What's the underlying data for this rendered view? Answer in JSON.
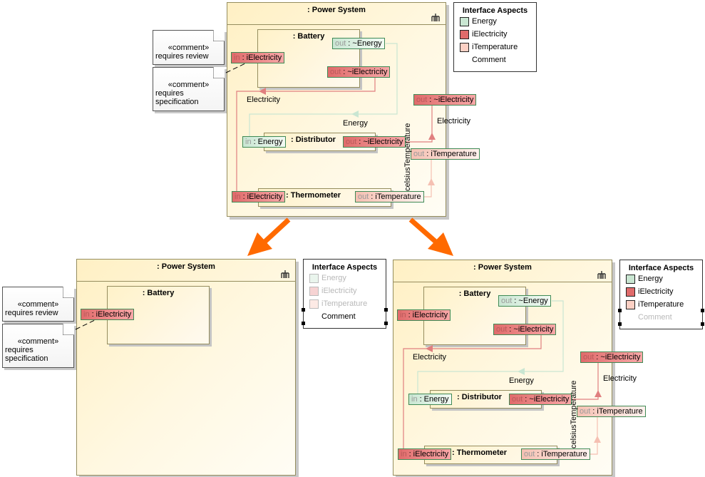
{
  "colors": {
    "energy": "#c9e6d2",
    "electricity": "#e06b6b",
    "temperature": "#f5c0b2",
    "transform_arrow": "#ff6a00"
  },
  "diagrams": [
    {
      "id": "original",
      "frame_title": ": Power System",
      "frame_icon": "composite-structure-icon",
      "parts": {
        "battery": ": Battery",
        "distributor": ": Distributor",
        "thermometer": ": Thermometer"
      },
      "ports": {
        "battery_in": {
          "dir": "in",
          "type": ": iElectricity"
        },
        "battery_out_energy": {
          "dir": "out",
          "type": ": ~Energy"
        },
        "battery_out_elec": {
          "dir": "out",
          "type": ": ~iElectricity"
        },
        "distributor_in": {
          "dir": "in",
          "type": ": Energy"
        },
        "distributor_out": {
          "dir": "out",
          "type": ": ~iElectricity"
        },
        "thermometer_in": {
          "dir": "in",
          "type": ": iElectricity"
        },
        "thermometer_out": {
          "dir": "out",
          "type": ": iTemperature"
        },
        "frame_out_elec": {
          "dir": "out",
          "type": ": ~iElectricity"
        },
        "frame_out_temp": {
          "dir": "out",
          "type": ": iTemperature"
        }
      },
      "flow_labels": {
        "electricity_1": "Electricity",
        "energy": "Energy",
        "electricity_2": "Electricity",
        "celsius": "celsiusTemperature"
      },
      "comments": [
        {
          "stereotype": "«comment»",
          "lines": [
            "requires review"
          ]
        },
        {
          "stereotype": "«comment»",
          "lines": [
            "requires",
            "specification"
          ]
        }
      ],
      "legend": {
        "title": "Interface Aspects",
        "items": [
          {
            "label": "Energy",
            "color": "#c9e6d2",
            "enabled": true
          },
          {
            "label": "iElectricity",
            "color": "#e06b6b",
            "enabled": true
          },
          {
            "label": "iTemperature",
            "color": "#f5c0b2",
            "enabled": true
          },
          {
            "label": "Comment",
            "color": null,
            "enabled": true
          }
        ]
      }
    },
    {
      "id": "comments-only",
      "frame_title": ": Power System",
      "frame_icon": "composite-structure-icon",
      "parts": {
        "battery": ": Battery"
      },
      "ports": {
        "battery_in": {
          "dir": "in",
          "type": ": iElectricity"
        }
      },
      "comments": [
        {
          "stereotype": "«comment»",
          "lines": [
            "requires review"
          ]
        },
        {
          "stereotype": "«comment»",
          "lines": [
            "requires",
            "specification"
          ]
        }
      ],
      "legend": {
        "title": "Interface Aspects",
        "items": [
          {
            "label": "Energy",
            "color": "#c9e6d2",
            "enabled": false
          },
          {
            "label": "iElectricity",
            "color": "#e06b6b",
            "enabled": false
          },
          {
            "label": "iTemperature",
            "color": "#f5c0b2",
            "enabled": false
          },
          {
            "label": "Comment",
            "color": null,
            "enabled": true
          }
        ]
      }
    },
    {
      "id": "interfaces-only",
      "frame_title": ": Power System",
      "frame_icon": "composite-structure-icon",
      "parts": {
        "battery": ": Battery",
        "distributor": ": Distributor",
        "thermometer": ": Thermometer"
      },
      "ports": {
        "battery_in": {
          "dir": "in",
          "type": ": iElectricity"
        },
        "battery_out_energy": {
          "dir": "out",
          "type": ": ~Energy"
        },
        "battery_out_elec": {
          "dir": "out",
          "type": ": ~iElectricity"
        },
        "distributor_in": {
          "dir": "in",
          "type": ": Energy"
        },
        "distributor_out": {
          "dir": "out",
          "type": ": ~iElectricity"
        },
        "thermometer_in": {
          "dir": "in",
          "type": ": iElectricity"
        },
        "thermometer_out": {
          "dir": "out",
          "type": ": iTemperature"
        },
        "frame_out_elec": {
          "dir": "out",
          "type": ": ~iElectricity"
        },
        "frame_out_temp": {
          "dir": "out",
          "type": ": iTemperature"
        }
      },
      "flow_labels": {
        "electricity_1": "Electricity",
        "energy": "Energy",
        "electricity_2": "Electricity",
        "celsius": "celsiusTemperature"
      },
      "legend": {
        "title": "Interface Aspects",
        "items": [
          {
            "label": "Energy",
            "color": "#c9e6d2",
            "enabled": true
          },
          {
            "label": "iElectricity",
            "color": "#e06b6b",
            "enabled": true
          },
          {
            "label": "iTemperature",
            "color": "#f5c0b2",
            "enabled": true
          },
          {
            "label": "Comment",
            "color": null,
            "enabled": false
          }
        ]
      }
    }
  ]
}
